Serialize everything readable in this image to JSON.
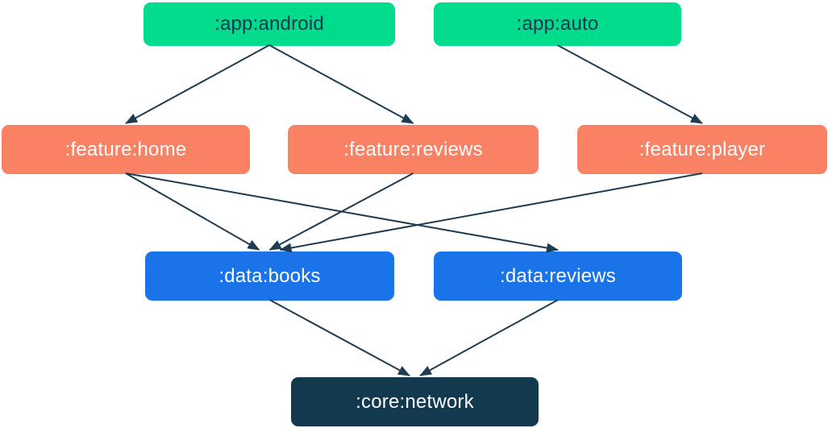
{
  "diagram": {
    "type": "module-dependency-graph",
    "nodes": [
      {
        "id": "app-android",
        "label": ":app:android",
        "type": "app"
      },
      {
        "id": "app-auto",
        "label": ":app:auto",
        "type": "app"
      },
      {
        "id": "feature-home",
        "label": ":feature:home",
        "type": "feature"
      },
      {
        "id": "feature-reviews",
        "label": ":feature:reviews",
        "type": "feature"
      },
      {
        "id": "feature-player",
        "label": ":feature:player",
        "type": "feature"
      },
      {
        "id": "data-books",
        "label": ":data:books",
        "type": "data"
      },
      {
        "id": "data-reviews",
        "label": ":data:reviews",
        "type": "data"
      },
      {
        "id": "core-network",
        "label": ":core:network",
        "type": "core"
      }
    ],
    "edges": [
      {
        "from": "app-android",
        "to": "feature-home"
      },
      {
        "from": "app-android",
        "to": "feature-reviews"
      },
      {
        "from": "app-auto",
        "to": "feature-player"
      },
      {
        "from": "feature-home",
        "to": "data-books"
      },
      {
        "from": "feature-home",
        "to": "data-reviews"
      },
      {
        "from": "feature-reviews",
        "to": "data-books"
      },
      {
        "from": "feature-player",
        "to": "data-books"
      },
      {
        "from": "data-books",
        "to": "core-network"
      },
      {
        "from": "data-reviews",
        "to": "core-network"
      }
    ],
    "colors": {
      "app": "#00dc8b",
      "feature": "#f98164",
      "data": "#1a73e8",
      "core": "#12394d",
      "edge": "#1d3c52",
      "text_dark": "#16374f",
      "text_light": "#fdfdfd",
      "background": "#ffffff"
    }
  }
}
